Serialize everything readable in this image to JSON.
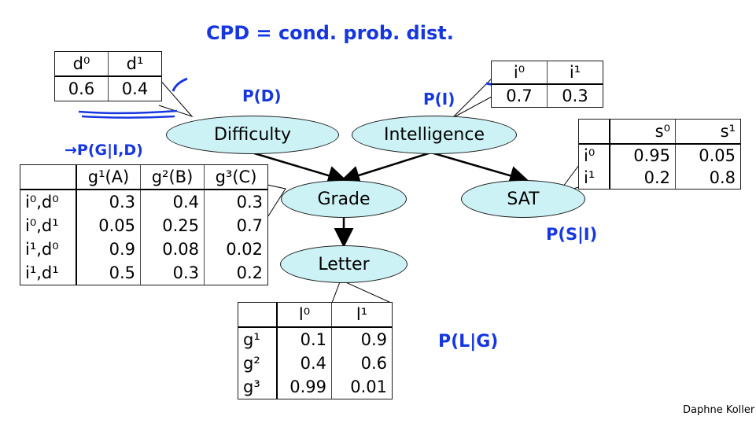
{
  "nodes": {
    "difficulty": "Difficulty",
    "intelligence": "Intelligence",
    "grade": "Grade",
    "sat": "SAT",
    "letter": "Letter"
  },
  "cpd_difficulty": {
    "headers": [
      "d⁰",
      "d¹"
    ],
    "values": [
      "0.6",
      "0.4"
    ]
  },
  "cpd_intelligence": {
    "headers": [
      "i⁰",
      "i¹"
    ],
    "values": [
      "0.7",
      "0.3"
    ]
  },
  "cpd_sat": {
    "headers": [
      "",
      "s⁰",
      "s¹"
    ],
    "rows": [
      {
        "label": "i⁰",
        "values": [
          "0.95",
          "0.05"
        ]
      },
      {
        "label": "i¹",
        "values": [
          "0.2",
          "0.8"
        ]
      }
    ]
  },
  "cpd_grade": {
    "headers": [
      "",
      "g¹(A)",
      "g²(B)",
      "g³(C)"
    ],
    "rows": [
      {
        "label": "i⁰,d⁰",
        "values": [
          "0.3",
          "0.4",
          "0.3"
        ]
      },
      {
        "label": "i⁰,d¹",
        "values": [
          "0.05",
          "0.25",
          "0.7"
        ]
      },
      {
        "label": "i¹,d⁰",
        "values": [
          "0.9",
          "0.08",
          "0.02"
        ]
      },
      {
        "label": "i¹,d¹",
        "values": [
          "0.5",
          "0.3",
          "0.2"
        ]
      }
    ]
  },
  "cpd_letter": {
    "headers": [
      "",
      "l⁰",
      "l¹"
    ],
    "rows": [
      {
        "label": "g¹",
        "values": [
          "0.1",
          "0.9"
        ]
      },
      {
        "label": "g²",
        "values": [
          "0.4",
          "0.6"
        ]
      },
      {
        "label": "g³",
        "values": [
          "0.99",
          "0.01"
        ]
      }
    ]
  },
  "annotations": {
    "cpd_definition": "CPD = cond. prob. dist.",
    "p_d": "P(D)",
    "p_i": "P(I)",
    "p_g": "→P(G|I,D)",
    "p_s": "P(S|I)",
    "p_l": "P(L|G)"
  },
  "credit": "Daphne Koller",
  "colors": {
    "node_fill": "#ccf2f5",
    "annotation_ink": "#1637e0"
  }
}
